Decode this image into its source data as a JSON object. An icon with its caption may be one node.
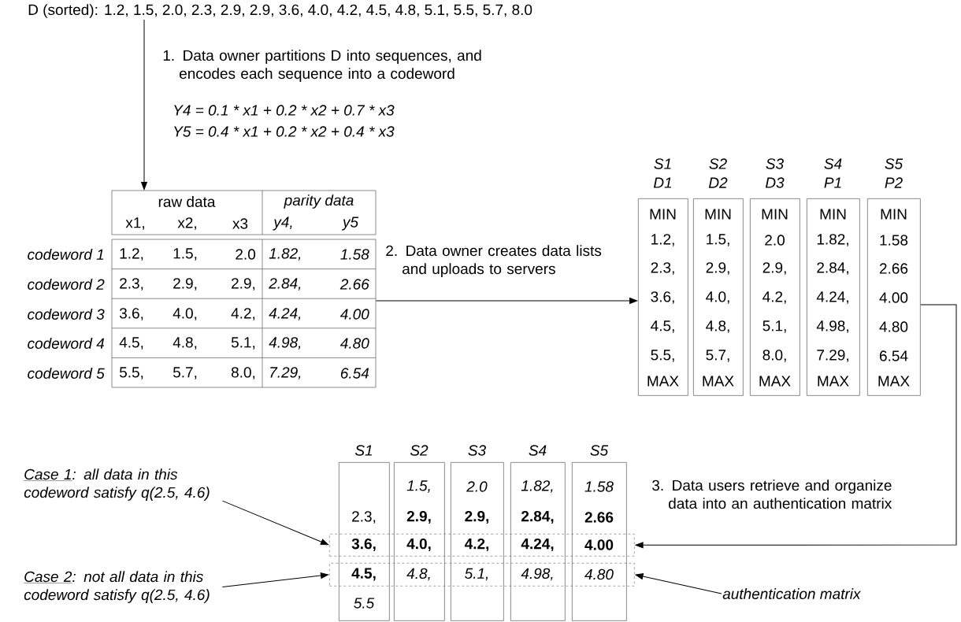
{
  "diagram": {
    "nodes": [
      {
        "text": [
          "D (sorted): 1.2, 1.5, 2.0, 2.3, 2.9, 2.9, 3.6, 4.0, 4.2, 4.5, 4.8, 5.1, 5.5, 5.7, 8.0"
        ]
      },
      {
        "text": [
          "raw data",
          "parity data",
          "x1,",
          "x2,",
          "x3",
          "y4,",
          "y5",
          "1.2,",
          "1.5,",
          "2.0",
          "1.82,",
          "1.58",
          "2.3,",
          "2.9,",
          "2.9,",
          "2.84,",
          "2.66",
          "3.6,",
          "4.0,",
          "4.2,",
          "4.24,",
          "4.00",
          "4.5,",
          "4.8,",
          "5.1,",
          "4.98,",
          "4.80",
          "5.5,",
          "5.7,",
          "8.0,",
          "7.29,",
          "6.54"
        ],
        "beside": [
          "codeword 1",
          "codeword 2",
          "codeword 3",
          "codeword 4",
          "codeword 5"
        ]
      },
      {
        "text": [
          "S1",
          "D1",
          "MIN",
          "1.2,",
          "2.3,",
          "3.6,",
          "4.5,",
          "5.5,",
          "MAX"
        ]
      },
      {
        "text": [
          "S2",
          "D2",
          "MIN",
          "1.5,",
          "2.9,",
          "4.0,",
          "4.8,",
          "5.7,",
          "MAX"
        ]
      },
      {
        "text": [
          "S3",
          "D3",
          "MIN",
          "2.0",
          "2.9,",
          "4.2,",
          "5.1,",
          "8.0,",
          "MAX"
        ]
      },
      {
        "text": [
          "S4",
          "P1",
          "MIN",
          "1.82,",
          "2.84,",
          "4.24,",
          "4.98,",
          "7.29,",
          "MAX"
        ]
      },
      {
        "text": [
          "S5",
          "P2",
          "MIN",
          "1.58",
          "2.66",
          "4.00",
          "4.80",
          "6.54",
          "MAX"
        ]
      },
      {
        "text": [
          "S1",
          "2.3,",
          "5.5"
        ]
      },
      {
        "text": [
          "S2",
          "1.5,",
          "2.9,"
        ]
      },
      {
        "text": [
          "S3",
          "2.0",
          "2.9,"
        ]
      },
      {
        "text": [
          "S4",
          "1.82,",
          "2.84,"
        ]
      },
      {
        "text": [
          "S5",
          "1.58",
          "2.66"
        ]
      },
      {
        "text": [
          "3.6,",
          "4.0,",
          "4.2,",
          "4.24,",
          "4.00"
        ]
      },
      {
        "text": [
          "4.5,",
          "4.8,",
          "5.1,",
          "4.98,",
          "4.80"
        ]
      },
      {
        "text": [
          "Case 1",
          ": all data in this codeword satisfy q(2.5, 4.6)"
        ]
      },
      {
        "text": [
          "Case 2",
          ": not all data in this codeword satisfy q(2.5, 4.6)"
        ]
      },
      {
        "text": [
          "authentication matrix"
        ]
      }
    ],
    "edges": [
      {
        "from": 0,
        "to": 1,
        "arrow": "to",
        "label": "1. Data owner partitions D into sequences, and encodes each sequence into a codeword"
      },
      {
        "from": 1,
        "to": 2,
        "arrow": "to",
        "label": "2. Data owner creates data lists and uploads to servers"
      },
      {
        "from": 6,
        "to": 12,
        "arrow": "to",
        "label": "3. Data users retrieve and organize data into an authentication matrix"
      },
      {
        "from": 14,
        "to": 12,
        "arrow": "to"
      },
      {
        "from": 15,
        "to": 13,
        "arrow": "to"
      },
      {
        "from": 16,
        "to": 13,
        "arrow": "to"
      }
    ],
    "labels": [
      "Y4 = 0.1 * x1 + 0.2 * x2 + 0.7 * x3",
      "Y5 = 0.4 * x1 + 0.2 * x2 + 0.4 * x3"
    ]
  }
}
